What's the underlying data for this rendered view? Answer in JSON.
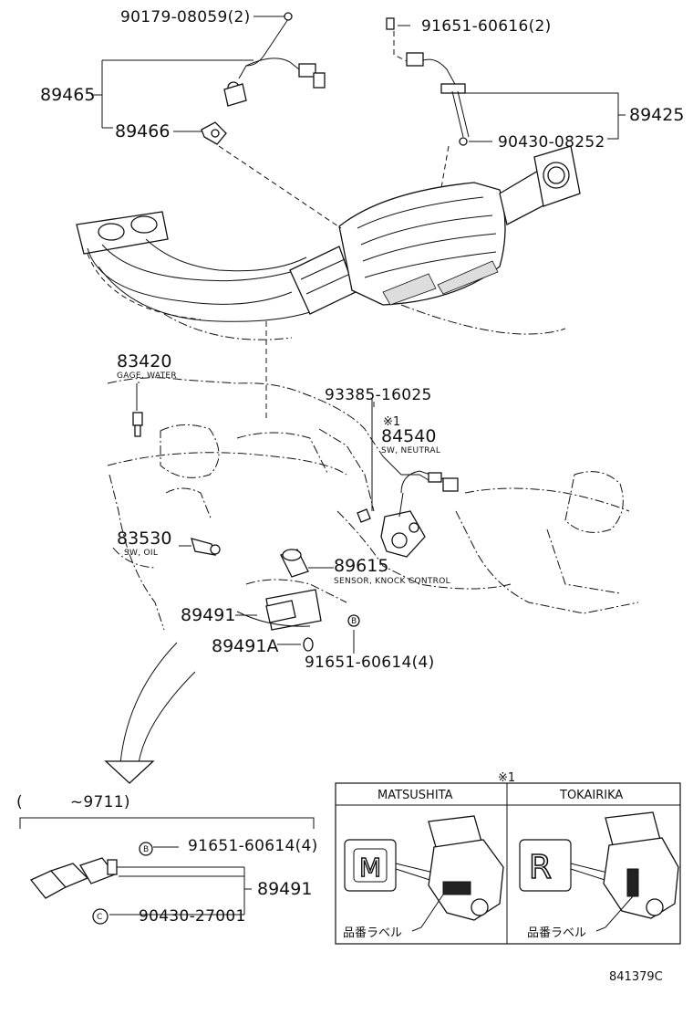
{
  "labels": {
    "p90179": "90179-08059(2)",
    "p91651a": "91651-60616(2)",
    "p89465": "89465",
    "p89466": "89466",
    "p89425": "89425",
    "p90430a": "90430-08252",
    "p83420": "83420",
    "c83420": "GAGE, WATER",
    "p93385": "93385-16025",
    "mark1": "※1",
    "p84540": "84540",
    "c84540": "SW, NEUTRAL",
    "p83530": "83530",
    "c83530": "SW, OIL",
    "p89615": "89615",
    "c89615": "SENSOR, KNOCK CONTROL",
    "p89491": "89491",
    "p89491a": "89491A",
    "p91651b": "91651-60614(4)",
    "range": "(　　　~9711)",
    "p91651c": "91651-60614(4)",
    "p89491b": "89491",
    "p90430b": "90430-27001",
    "circB": "B",
    "circC": "C",
    "boxmark": "※1",
    "matsushita": "MATSUSHITA",
    "tokairika": "TOKAIRIKA",
    "logoM": "M",
    "logoR": "R",
    "label_jp_1": "品番ラベル",
    "label_jp_2": "品番ラベル",
    "figno": "841379C"
  }
}
